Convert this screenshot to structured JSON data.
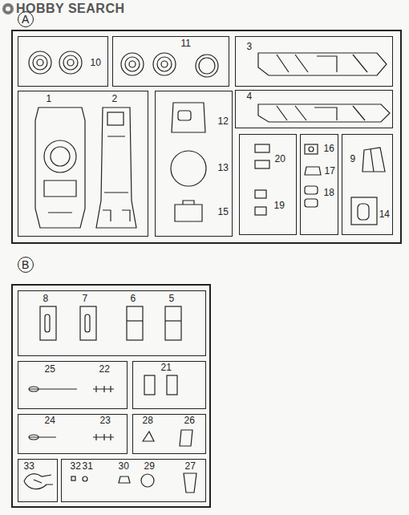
{
  "diagram": {
    "nodes": [
      {
        "text": [
          "A"
        ]
      },
      {
        "text": [
          "10"
        ]
      },
      {
        "text": [
          "11"
        ]
      },
      {
        "text": [
          "3"
        ]
      },
      {
        "text": [
          "4"
        ]
      },
      {
        "text": [
          "1",
          "2"
        ]
      },
      {
        "text": [
          "12",
          "13",
          "15"
        ]
      },
      {
        "text": [
          "20",
          "19"
        ]
      },
      {
        "text": [
          "16",
          "17",
          "18"
        ]
      },
      {
        "text": [
          "9",
          "14"
        ]
      },
      {
        "text": [
          "B"
        ]
      },
      {
        "text": [
          "8",
          "7",
          "6",
          "5"
        ]
      },
      {
        "text": [
          "25",
          "22"
        ]
      },
      {
        "text": [
          "21"
        ]
      },
      {
        "text": [
          "24",
          "23"
        ]
      },
      {
        "text": [
          "28",
          "26"
        ]
      },
      {
        "text": [
          "33"
        ]
      },
      {
        "text": [
          "32",
          "31",
          "30",
          "29",
          "27"
        ]
      }
    ],
    "labels": [
      "HOBBY SEARCH"
    ]
  }
}
